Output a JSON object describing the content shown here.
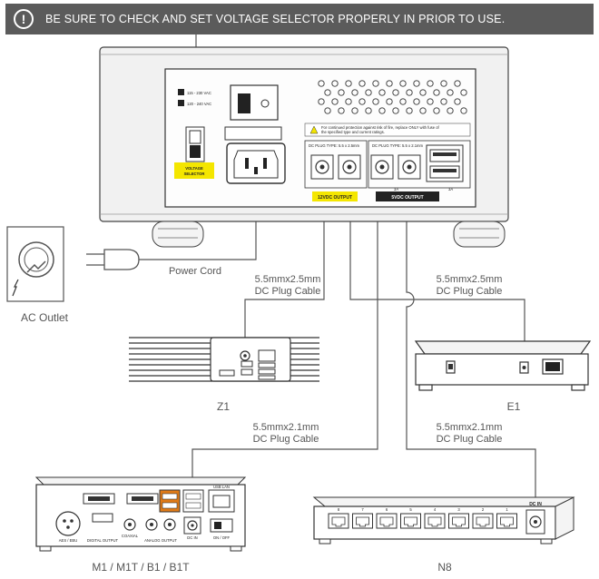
{
  "banner": {
    "icon": "!",
    "text": "BE SURE TO CHECK AND SET VOLTAGE SELECTOR PROPERLY IN PRIOR TO USE."
  },
  "psu": {
    "voltage_115": "115 - 230 VAC",
    "voltage_120": "120 - 240 VAC",
    "voltage_selector_1": "VOLTAGE",
    "voltage_selector_2": "SELECTOR",
    "warning_1": "For continued protection against risk of fire, replace ONLY with fuse of",
    "warning_2": "the specified type and current ratings.",
    "plug_type_12v": "DC PLUG TYPE: 5.5 x 2.5mm",
    "plug_type_5v": "DC PLUG TYPE: 5.5 x 2.1mm",
    "out_12v": "12VDC OUTPUT",
    "out_5v": "5VDC OUTPUT",
    "amp_3a": "3A"
  },
  "labels": {
    "ac_outlet": "AC Outlet",
    "power_cord": "Power Cord",
    "cable_z1_1": "5.5mmx2.5mm",
    "cable_z1_2": "DC Plug Cable",
    "cable_e1_1": "5.5mmx2.5mm",
    "cable_e1_2": "DC Plug Cable",
    "cable_m1_1": "5.5mmx2.1mm",
    "cable_m1_2": "DC Plug Cable",
    "cable_n8_1": "5.5mmx2.1mm",
    "cable_n8_2": "DC Plug Cable",
    "z1": "Z1",
    "e1": "E1",
    "m1": "M1 / M1T / B1 / B1T",
    "n8": "N8"
  },
  "m1_panel": {
    "aes": "AES / EBU",
    "digital_output": "DIGITAL OUTPUT",
    "coaxial": "COAXIAL",
    "analog_output": "ANALOG OUTPUT",
    "dc_in": "DC IN",
    "on_off": "ON / OFF",
    "lan": "USB LAN"
  },
  "n8_panel": {
    "dc_in": "DC IN",
    "ports": [
      "8",
      "7",
      "6",
      "5",
      "4",
      "3",
      "2",
      "1"
    ]
  },
  "colors": {
    "banner": "#5b5b5b",
    "highlight": "#f4e600",
    "accent_orange": "#e07b18"
  }
}
